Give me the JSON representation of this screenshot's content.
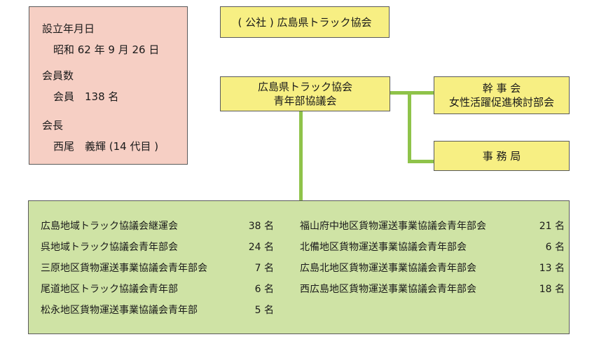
{
  "info": {
    "founded_label": "設立年月日",
    "founded_value": "昭和 62 年 9 月 26 日",
    "members_label": "会員数",
    "members_value": "会員　138 名",
    "chair_label": "会長",
    "chair_value": "西尾　義輝 (14 代目 )"
  },
  "org": {
    "name": "( 公社 ) 広島県トラック協会"
  },
  "council": {
    "line1": "広島県トラック協会",
    "line2": "青年部協議会"
  },
  "committee": {
    "line1": "幹 事 会",
    "line2": "女性活躍促進検討部会"
  },
  "secretariat": {
    "label": "事 務 局"
  },
  "members_left": [
    {
      "name": "広島地域トラック協議会継運会",
      "count": "38 名"
    },
    {
      "name": "呉地域トラック協議会青年部会",
      "count": "24 名"
    },
    {
      "name": "三原地区貨物運送事業協議会青年部会",
      "count": "7 名"
    },
    {
      "name": "尾道地区トラック協議会青年部",
      "count": "6 名"
    },
    {
      "name": "松永地区貨物運送事業協議会青年部",
      "count": "5 名"
    }
  ],
  "members_right": [
    {
      "name": "福山府中地区貨物運送事業協議会青年部会",
      "count": "21 名"
    },
    {
      "name": "北備地区貨物運送事業協議会青年部会",
      "count": "6 名"
    },
    {
      "name": "広島北地区貨物運送事業協議会青年部会",
      "count": "13 名"
    },
    {
      "name": "西広島地区貨物運送事業協議会青年部会",
      "count": "18 名"
    }
  ],
  "colors": {
    "info_bg": "#f6cfc4",
    "yellow_box": "#f7ef83",
    "members_bg": "#cfe3a5",
    "connector": "#8fc34a"
  }
}
